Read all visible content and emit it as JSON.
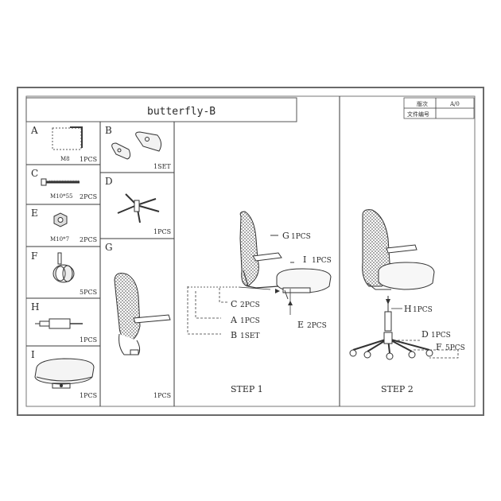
{
  "title": "butterfly-B",
  "header_fields": {
    "version_label": "版次",
    "version_value": "A/0",
    "file_no_label": "文件编号",
    "file_no_value": ""
  },
  "parts": [
    {
      "letter": "A",
      "size": "M8",
      "qty": "1PCS"
    },
    {
      "letter": "B",
      "size": "",
      "qty": "1SET"
    },
    {
      "letter": "C",
      "size": "M10*55",
      "qty": "2PCS"
    },
    {
      "letter": "D",
      "size": "",
      "qty": "1PCS"
    },
    {
      "letter": "E",
      "size": "M10*7",
      "qty": "2PCS"
    },
    {
      "letter": "F",
      "size": "",
      "qty": "5PCS"
    },
    {
      "letter": "G",
      "size": "",
      "qty": "1PCS"
    },
    {
      "letter": "H",
      "size": "",
      "qty": "1PCS"
    },
    {
      "letter": "I",
      "size": "",
      "qty": "1PCS"
    }
  ],
  "step1": {
    "title": "STEP 1",
    "callouts": [
      {
        "letter": "G",
        "qty": "1PCS"
      },
      {
        "letter": "I",
        "qty": "1PCS"
      },
      {
        "letter": "C",
        "qty": "2PCS"
      },
      {
        "letter": "A",
        "qty": "1PCS"
      },
      {
        "letter": "B",
        "qty": "1SET"
      },
      {
        "letter": "E",
        "qty": "2PCS"
      }
    ]
  },
  "step2": {
    "title": "STEP 2",
    "callouts": [
      {
        "letter": "H",
        "qty": "1PCS"
      },
      {
        "letter": "D",
        "qty": "1PCS"
      },
      {
        "letter": "F",
        "qty": "5PCS"
      }
    ]
  }
}
